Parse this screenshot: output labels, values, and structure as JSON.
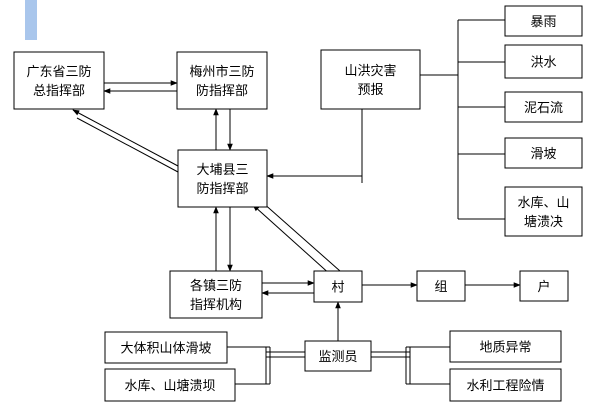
{
  "accent_bar_color": "#a9c6ec",
  "nodes": {
    "guangdong_hq": [
      "广东省三防",
      "总指挥部"
    ],
    "meizhou_hq": [
      "梅州市三防",
      "防指挥部"
    ],
    "flood_warning": [
      "山洪灾害",
      "预报"
    ],
    "dabu_hq": [
      "大埔县三",
      "防指挥部"
    ],
    "town_org": [
      "各镇三防",
      "指挥机构"
    ],
    "village": [
      "村"
    ],
    "group": [
      "组"
    ],
    "household": [
      "户"
    ],
    "monitor": [
      "监测员"
    ],
    "rainstorm": [
      "暴雨"
    ],
    "flood": [
      "洪水"
    ],
    "debris_flow": [
      "泥石流"
    ],
    "landslide": [
      "滑坡"
    ],
    "reservoir_breach": [
      "水库、山",
      "塘溃决"
    ],
    "large_landslide": [
      "大体积山体滑坡"
    ],
    "reservoir_pond_breach": [
      "水库、山塘溃坝"
    ],
    "geo_anomaly": [
      "地质异常"
    ],
    "hydraulic_danger": [
      "水利工程险情"
    ]
  }
}
